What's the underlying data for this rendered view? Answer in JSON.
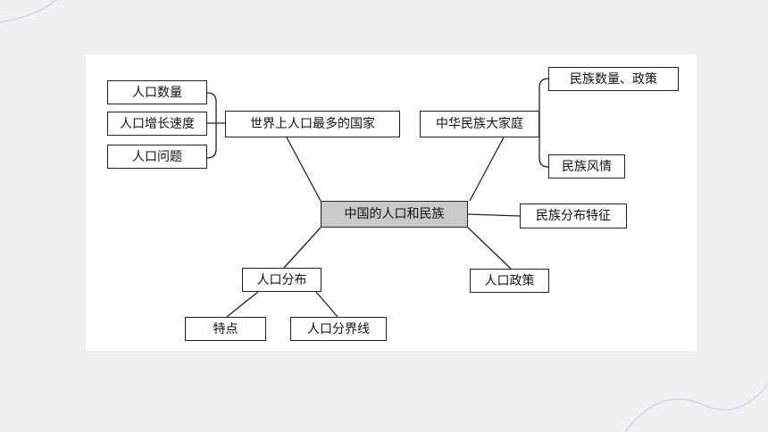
{
  "diagram": {
    "center": "中国的人口和民族",
    "branches": {
      "world_most_populous": "世界上人口最多的国家",
      "population_quantity": "人口数量",
      "population_growth_rate": "人口增长速度",
      "population_problems": "人口问题",
      "chinese_nation_family": "中华民族大家庭",
      "ethnic_quantity_policy": "民族数量、政策",
      "ethnic_customs": "民族风情",
      "ethnic_distribution": "民族分布特征",
      "population_distribution": "人口分布",
      "characteristics": "特点",
      "population_dividing_line": "人口分界线",
      "population_policy": "人口政策"
    },
    "colors": {
      "page_background": "#eef0f2",
      "panel_background": "#ffffff",
      "center_fill": "#c9c9c9",
      "line": "#222222"
    }
  }
}
